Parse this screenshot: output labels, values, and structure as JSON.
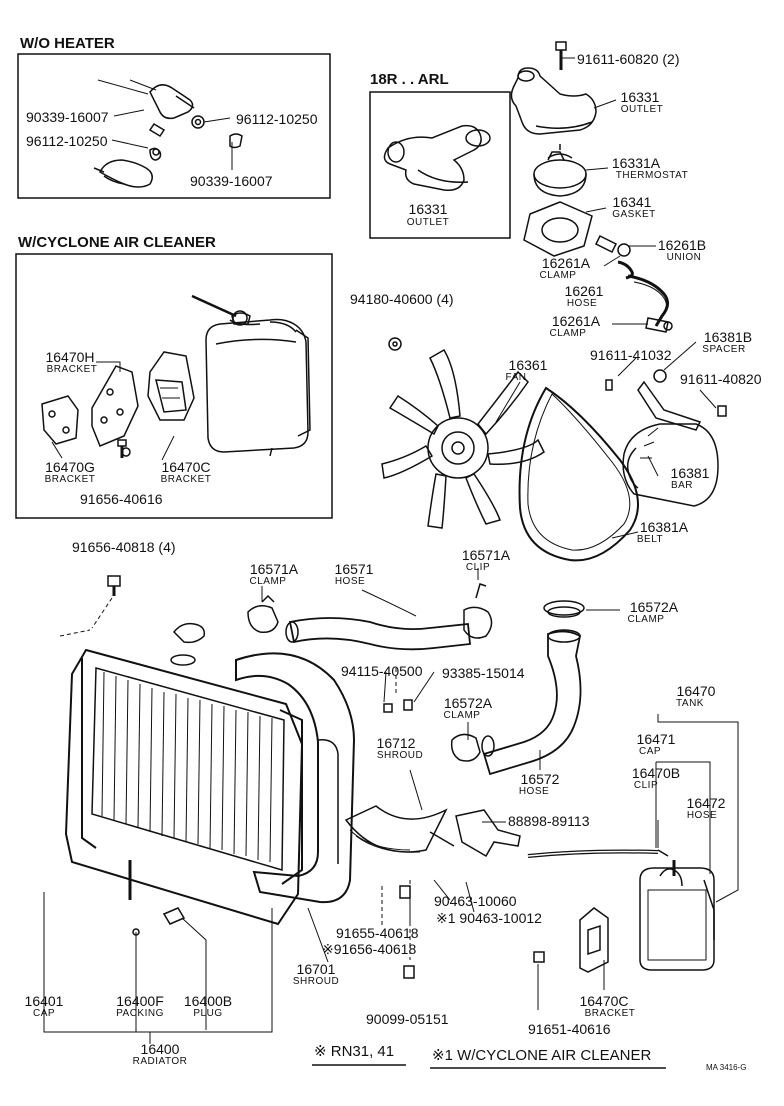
{
  "sections": {
    "wo_heater": "W/O HEATER",
    "cyclone": "W/CYCLONE AIR CLEANER",
    "arl": "18R . . ARL"
  },
  "parts": {
    "p90339_a": "90339-16007",
    "p96112_a": "96112-10250",
    "p96112_b": "96112-10250",
    "p90339_b": "90339-16007",
    "p16331_arl": {
      "no": "16331",
      "name": "OUTLET"
    },
    "p91611_60820": "91611-60820 (2)",
    "p16331": {
      "no": "16331",
      "name": "OUTLET"
    },
    "p16331A": {
      "no": "16331A",
      "name": "THERMOSTAT"
    },
    "p16341": {
      "no": "16341",
      "name": "GASKET"
    },
    "p16261B": {
      "no": "16261B",
      "name": "UNION"
    },
    "p16261A_top": {
      "no": "16261A",
      "name": "CLAMP"
    },
    "p16261": {
      "no": "16261",
      "name": "HOSE"
    },
    "p16261A_bot": {
      "no": "16261A",
      "name": "CLAMP"
    },
    "p16381B": {
      "no": "16381B",
      "name": "SPACER"
    },
    "p91611_41032": "91611-41032",
    "p91611_40820": "91611-40820",
    "p94180": "94180-40600 (4)",
    "p16361": {
      "no": "16361",
      "name": "FAN"
    },
    "p16381": {
      "no": "16381",
      "name": "BAR"
    },
    "p16381A": {
      "no": "16381A",
      "name": "BELT"
    },
    "p16470H": {
      "no": "16470H",
      "name": "BRACKET"
    },
    "p16470G": {
      "no": "16470G",
      "name": "BRACKET"
    },
    "p16470C_top": {
      "no": "16470C",
      "name": "BRACKET"
    },
    "p91656_40616": "91656-40616",
    "p91656_40818": "91656-40818 (4)",
    "p16571A_clamp": {
      "no": "16571A",
      "name": "CLAMP"
    },
    "p16571": {
      "no": "16571",
      "name": "HOSE"
    },
    "p16571A_clip": {
      "no": "16571A",
      "name": "CLIP"
    },
    "p16572A_top": {
      "no": "16572A",
      "name": "CLAMP"
    },
    "p94115": "94115-40500",
    "p93385": "93385-15014",
    "p16572A_mid": {
      "no": "16572A",
      "name": "CLAMP"
    },
    "p16712": {
      "no": "16712",
      "name": "SHROUD"
    },
    "p16572": {
      "no": "16572",
      "name": "HOSE"
    },
    "p88898": "88898-89113",
    "p16470": {
      "no": "16470",
      "name": "TANK"
    },
    "p16471": {
      "no": "16471",
      "name": "CAP"
    },
    "p16470B": {
      "no": "16470B",
      "name": "CLIP"
    },
    "p16472": {
      "no": "16472",
      "name": "HOSE"
    },
    "p90463_a": "90463-10060",
    "p90463_b": "※1 90463-10012",
    "p91655": "91655-40618",
    "p91656_40618": "※91656-40618",
    "p16701": {
      "no": "16701",
      "name": "SHROUD"
    },
    "p90099": "90099-05151",
    "p16470C_bot": {
      "no": "16470C",
      "name": "BRACKET"
    },
    "p91651": "91651-40616",
    "p16401": {
      "no": "16401",
      "name": "CAP"
    },
    "p16400F": {
      "no": "16400F",
      "name": "PACKING"
    },
    "p16400B": {
      "no": "16400B",
      "name": "PLUG"
    },
    "p16400": {
      "no": "16400",
      "name": "RADIATOR"
    }
  },
  "notes": {
    "rn": "※ RN31, 41",
    "cyclone": "※1 W/CYCLONE AIR CLEANER",
    "ref": "MA 3416-G"
  }
}
